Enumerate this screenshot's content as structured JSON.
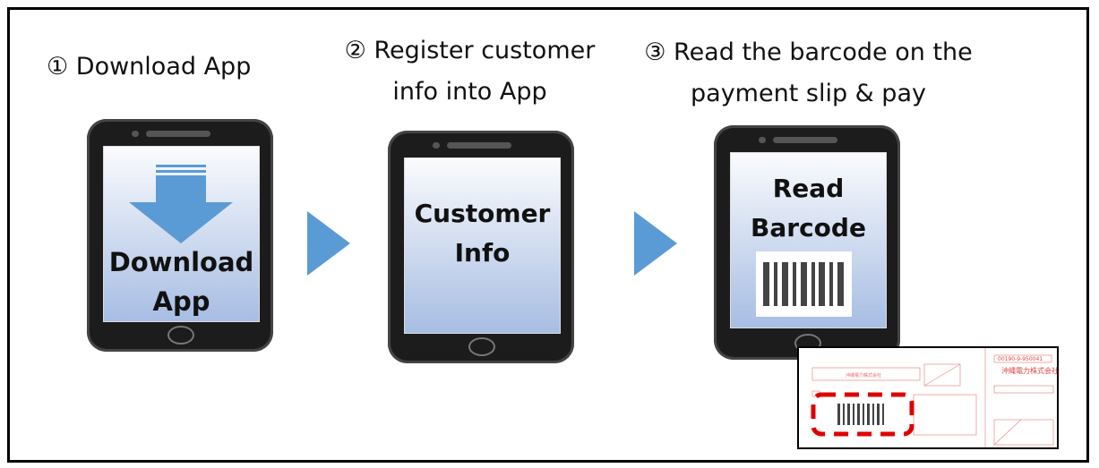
{
  "steps": [
    {
      "caption_line1": "① Download App",
      "caption_line2": "",
      "screen_line1": "Download",
      "screen_line2": "App"
    },
    {
      "caption_line1": "② Register customer",
      "caption_line2": "info into App",
      "screen_line1": "Customer",
      "screen_line2": "Info"
    },
    {
      "caption_line1": "③ Read the barcode on the",
      "caption_line2": "payment slip & pay",
      "screen_line1": "Read",
      "screen_line2": "Barcode"
    }
  ],
  "slip": {
    "company": "沖縄電力株式会社",
    "account": "00190-9-950041"
  },
  "colors": {
    "accent": "#5b9bd5",
    "highlight": "#e00000"
  }
}
